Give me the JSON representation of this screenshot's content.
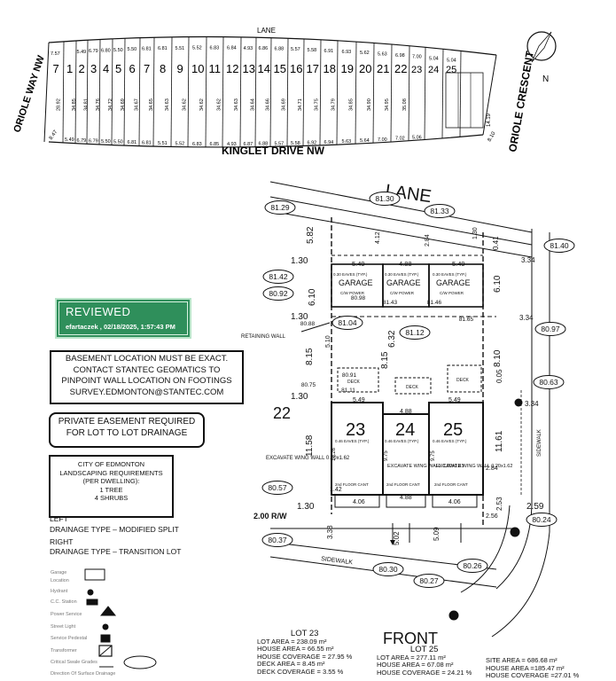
{
  "key_plan": {
    "lane": "LANE",
    "street_left": "ORIOLE WAY NW",
    "street_bottom": "KINGLET DRIVE NW",
    "street_right": "ORIOLE CRESCENT",
    "compass_letter": "N",
    "lot_numbers": [
      "7",
      "1",
      "2",
      "3",
      "4",
      "5",
      "6",
      "7",
      "8",
      "9",
      "10",
      "11",
      "12",
      "13",
      "14",
      "15",
      "16",
      "17",
      "18",
      "19",
      "20",
      "21",
      "22",
      "23",
      "24",
      "25"
    ],
    "top_widths": [
      "7.57",
      "5.49",
      "6.79",
      "6.80",
      "5.50",
      "5.50",
      "6.81",
      "6.81",
      "5.51",
      "5.52",
      "6.83",
      "6.84",
      "4.93",
      "6.86",
      "6.88",
      "5.57",
      "5.58",
      "6.91",
      "6.93",
      "5.62",
      "5.63",
      "6.98",
      "7.00",
      "5.04",
      "5.04"
    ],
    "bottom_widths": [
      "5.49",
      "6.79",
      "6.79",
      "5.50",
      "5.50",
      "6.81",
      "6.81",
      "5.51",
      "5.52",
      "6.83",
      "6.85",
      "4.93",
      "6.87",
      "6.88",
      "5.57",
      "5.58",
      "6.92",
      "6.94",
      "5.63",
      "5.64",
      "7.00",
      "7.02",
      "5.06"
    ],
    "depths": [
      "28.92",
      "34.85",
      "34.81",
      "34.76",
      "34.72",
      "34.69",
      "34.67",
      "34.65",
      "34.63",
      "34.62",
      "34.62",
      "34.62",
      "34.63",
      "34.64",
      "34.66",
      "34.69",
      "34.71",
      "34.75",
      "34.79",
      "34.85",
      "34.90",
      "34.95",
      "35.08",
      "14.19"
    ],
    "end_dims": [
      "8.47",
      "8.10"
    ]
  },
  "site": {
    "lane": "LANE",
    "front": "FRONT",
    "lot_22": "22",
    "lots": [
      "23",
      "24",
      "25"
    ],
    "garage": "GARAGE",
    "eaves": "0.30 EAVES (TYP.)",
    "cw_power": "C/W POWER",
    "deck": "DECK",
    "retaining_wall": "RETAINING WALL",
    "sidewalk": "SIDEWALK",
    "r_w": "2.00 R/W",
    "front_eaves": "0.46 EAVES (TYP.)",
    "floor_cant": "2nd FLOOR CANT",
    "wing_walls": [
      "EXCAVATE WING WALL 0.20x1.62",
      "EXCAVATE WING WALL 0.20x1.83",
      "EXCAVATE WING WALL 0.20x1.62"
    ],
    "elevations": {
      "tl": "81.29",
      "lane_mid": "81.30",
      "lane_r": "81.33",
      "tr": "81.40",
      "left_garage": "81.42",
      "left_2": "80.92",
      "g1": "80.98",
      "g2": "81.43",
      "g3": "81.46",
      "r1": "80.88",
      "r2": "81.04",
      "r3": "81.12",
      "r4": "81.65",
      "right_2": "80.97",
      "deck_a": "80.91",
      "deck_b": "81.11",
      "l_house": "80.75",
      "right_3": "80.63",
      "f_l": "80.57",
      "f_ll": "80.37",
      "f_m": "80.30",
      "f_m2": "80.27",
      "f_r": "80.26",
      "f_rr": "80.24"
    },
    "dims": {
      "lane_setback_l": "5.82",
      "lane_w1": "4.12",
      "lane_w2": "2.84",
      "lane_w3": "1.30",
      "g_1_30": "1.30",
      "g_w1": "5.49",
      "g_w2": "4.88",
      "g_w3": "5.49",
      "g_depth": "6.10",
      "r_1_30": "1.30",
      "gap_815": "8.15",
      "gap_1_30": "1.30",
      "h_11_58": "11.58",
      "h_w1": "5.49",
      "h_w2": "4.88",
      "h_w3": "5.49",
      "mid_532": "6.32",
      "mid_815": "8.15",
      "mid_510": "5.10",
      "right_041": "0.41",
      "right_334": "3.34",
      "right_610": "6.10",
      "right_334b": "3.34",
      "right_810": "8.10",
      "right_005": "0.05",
      "right_334c": "3.34",
      "right_1161": "11.61",
      "front_406": "4.06",
      "front_488": "4.88",
      "front_406b": "4.06",
      "front_142": "1.42",
      "front_130": "1.30",
      "front_259": "2.59",
      "front_253": "2.53",
      "front_256": "2.56",
      "front_284": "2.84",
      "front_502": "5.02",
      "front_509": "5.09",
      "front_338": "3.38",
      "h_1026": "10.26",
      "h_975": "9.75",
      "h_975b": "9.75"
    }
  },
  "stamp": {
    "title": "REVIEWED",
    "signature": "efartaczek , 02/18/2025, 1:57:43 PM"
  },
  "notices": {
    "basement": [
      "BASEMENT LOCATION MUST BE EXACT.",
      "CONTACT STANTEC GEOMATICS TO",
      "PINPOINT WALL LOCATION ON FOOTINGS",
      "SURVEY.EDMONTON@STANTEC.COM"
    ],
    "easement": [
      "PRIVATE EASEMENT REQUIRED",
      "FOR LOT TO LOT DRAINAGE"
    ],
    "landscaping": [
      "CITY OF EDMONTON",
      "LANDSCAPING REQUIREMENTS",
      "(PER DWELLING):",
      "1 TREE",
      "4 SHRUBS"
    ]
  },
  "drainage": {
    "left_label": "LEFT",
    "left_type": "DRAINAGE TYPE – MODIFIED SPLIT",
    "right_label": "RIGHT",
    "right_type": "DRAINAGE TYPE – TRANSITION LOT"
  },
  "legend": [
    "Garage",
    "Location",
    "Hydrant",
    "C.C. Station",
    "Power Service",
    "Street Light",
    "Service Pedestal",
    "Transformer",
    "Critical Swale Grades",
    "Direction Of Surface Drainage"
  ],
  "stats": {
    "lot23": {
      "title": "LOT 23",
      "lines": [
        "LOT AREA = 238.09 m²",
        "HOUSE AREA = 66.55 m²",
        "HOUSE COVERAGE = 27.95 %",
        "DECK AREA = 8.45 m²",
        "DECK COVERAGE = 3.55 %"
      ]
    },
    "lot25": {
      "title": "LOT 25",
      "lines": [
        "LOT AREA = 277.11 m²",
        "HOUSE AREA = 67.08 m²",
        "HOUSE COVERAGE = 24.21 %"
      ]
    },
    "site": {
      "lines": [
        "SITE AREA = 686.68 m²",
        "HOUSE AREA =185.47 m²",
        "HOUSE COVERAGE =27.01 %"
      ]
    }
  }
}
